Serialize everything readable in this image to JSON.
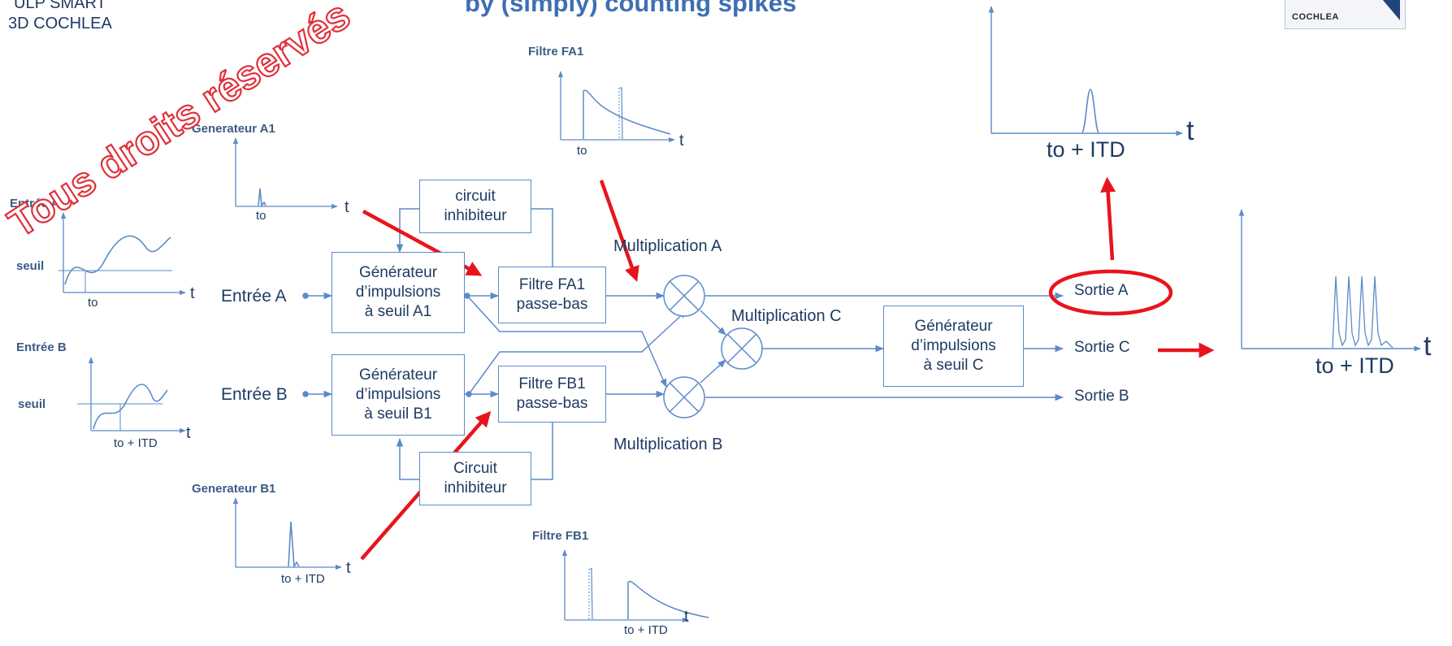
{
  "header": {
    "org_line1": "ULP SMART",
    "org_line2": "3D COCHLEA",
    "title": "by (simply) counting spikes",
    "logo_text": "COCHLEA"
  },
  "watermark": "Tous droits réservés",
  "inputs": {
    "a_plot_title": "Entrée A",
    "a_threshold": "seuil",
    "a_tick": "to",
    "b_plot_title": "Entrée B",
    "b_threshold": "seuil",
    "b_tick": "to + ITD",
    "axis_t": "t"
  },
  "generators": {
    "a1_title": "Generateur A1",
    "a1_tick": "to",
    "b1_title": "Generateur B1",
    "b1_tick": "to + ITD",
    "axis_t": "t"
  },
  "filters": {
    "fa1_plot_title": "Filtre FA1",
    "fa1_tick": "to",
    "fb1_plot_title": "Filtre FB1",
    "fb1_tick": "to + ITD",
    "axis_t": "t"
  },
  "blocks": {
    "entree_a": "Entrée A",
    "entree_b": "Entrée B",
    "gen_a1": [
      "Générateur",
      "d’impulsions",
      "à seuil A1"
    ],
    "gen_b1": [
      "Générateur",
      "d’impulsions",
      "à seuil B1"
    ],
    "inhib_top": [
      "circuit",
      "inhibiteur"
    ],
    "inhib_bottom": [
      "Circuit",
      "inhibiteur"
    ],
    "filtre_fa1": [
      "Filtre  FA1",
      "passe-bas"
    ],
    "filtre_fb1": [
      "Filtre FB1",
      "passe-bas"
    ],
    "mult_a": "Multiplication A",
    "mult_b": "Multiplication B",
    "mult_c": "Multiplication C",
    "gen_c": [
      "Générateur",
      "d’impulsions",
      "à seuil C"
    ]
  },
  "outputs": {
    "sortie_a": "Sortie A",
    "sortie_b": "Sortie B",
    "sortie_c": "Sortie C",
    "top_plot_tick": "to + ITD",
    "top_plot_axis": "t",
    "right_plot_tick": "to + ITD",
    "right_plot_axis": "t"
  },
  "colors": {
    "line": "#5b8bc9",
    "text": "#1f3b63",
    "accent_red": "#e8141c"
  }
}
